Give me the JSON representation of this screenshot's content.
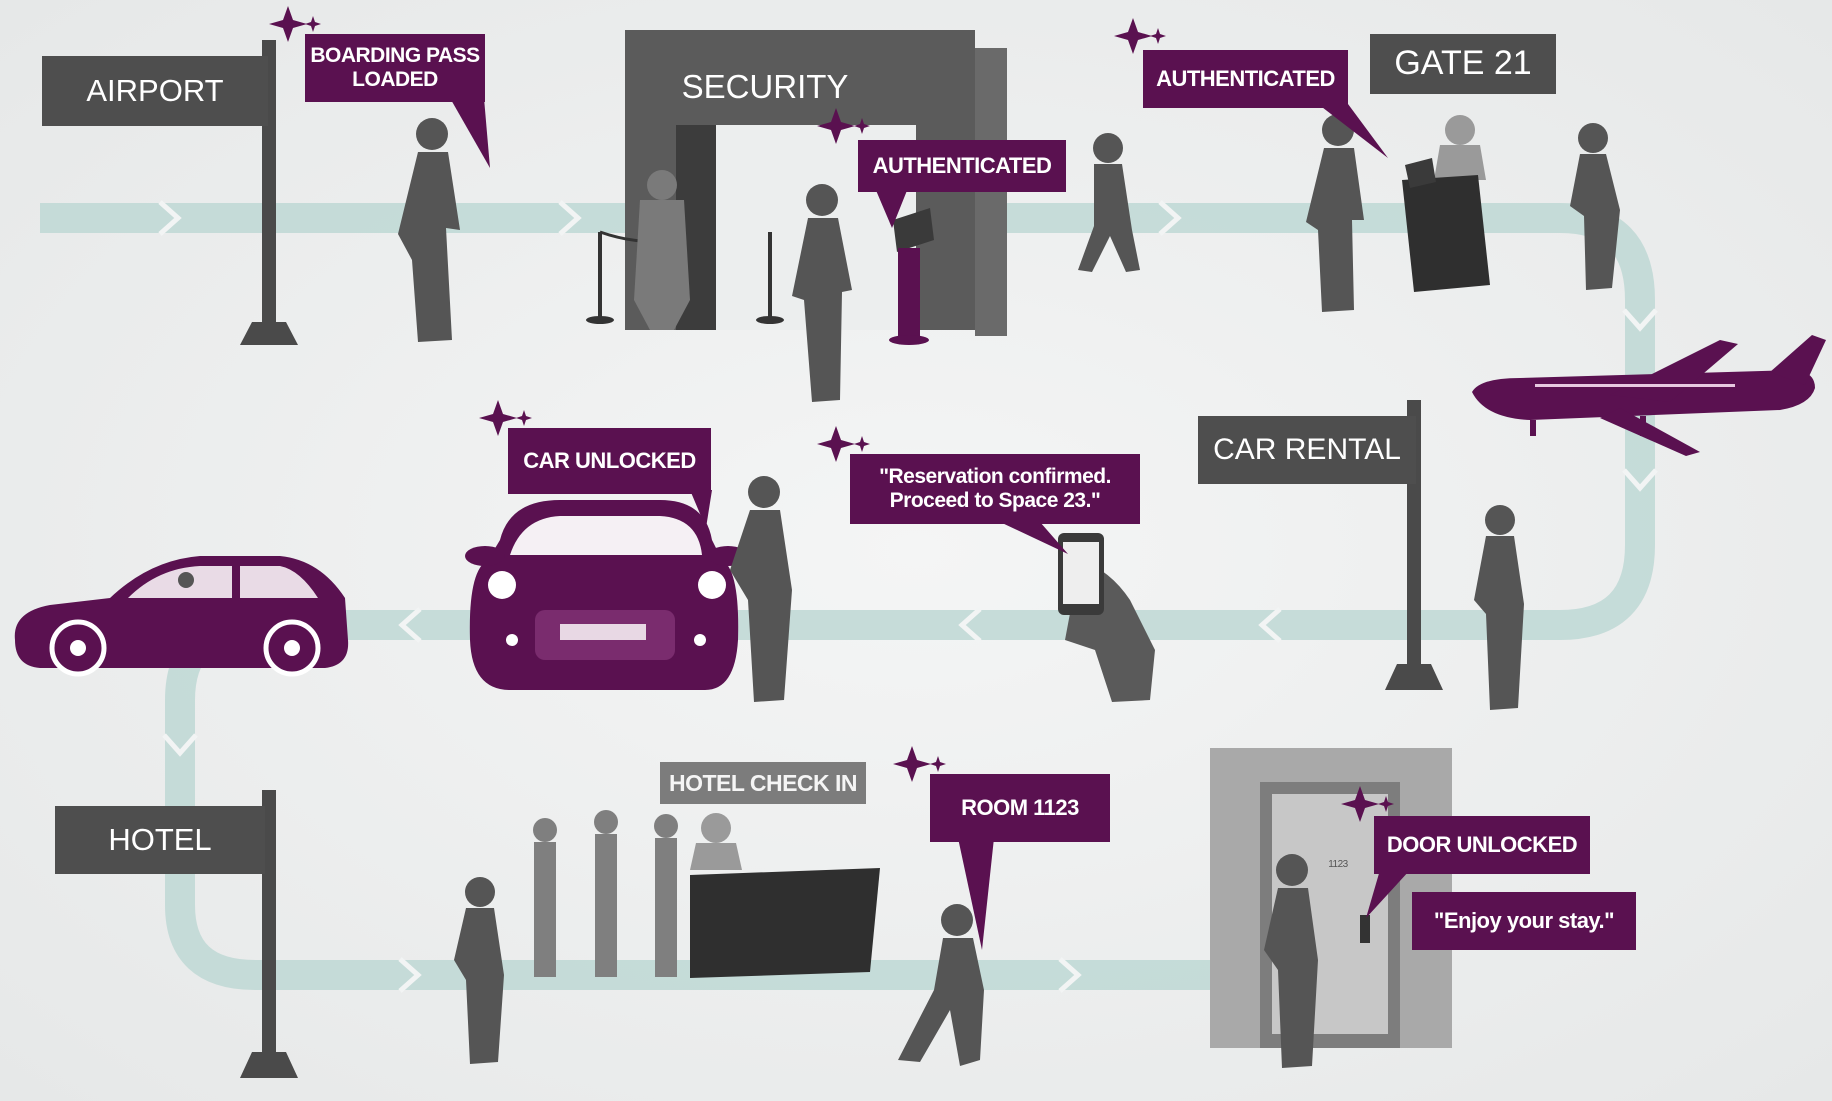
{
  "colors": {
    "accent": "#5a1150",
    "sign": "#4e4e4e",
    "path": "#c3dad7",
    "figure": "#555555"
  },
  "signs": {
    "airport": "AIRPORT",
    "security": "SECURITY",
    "gate": "GATE 21",
    "car_rental": "CAR  RENTAL",
    "hotel": "HOTEL",
    "hotel_check_in": "HOTEL CHECK IN"
  },
  "bubbles": {
    "boarding_pass": "BOARDING PASS LOADED",
    "authenticated_security": "AUTHENTICATED",
    "authenticated_gate": "AUTHENTICATED",
    "car_unlocked": "CAR UNLOCKED",
    "reservation": "\"Reservation confirmed. Proceed to Space 23.\"",
    "room": "ROOM 1123",
    "door_unlocked": "DOOR UNLOCKED",
    "enjoy": "\"Enjoy your stay.\""
  },
  "door_plate": "1123",
  "icons": [
    "sparkle-icon",
    "airplane-icon",
    "car-icon",
    "smartphone-icon",
    "kiosk-icon",
    "person-icon"
  ]
}
